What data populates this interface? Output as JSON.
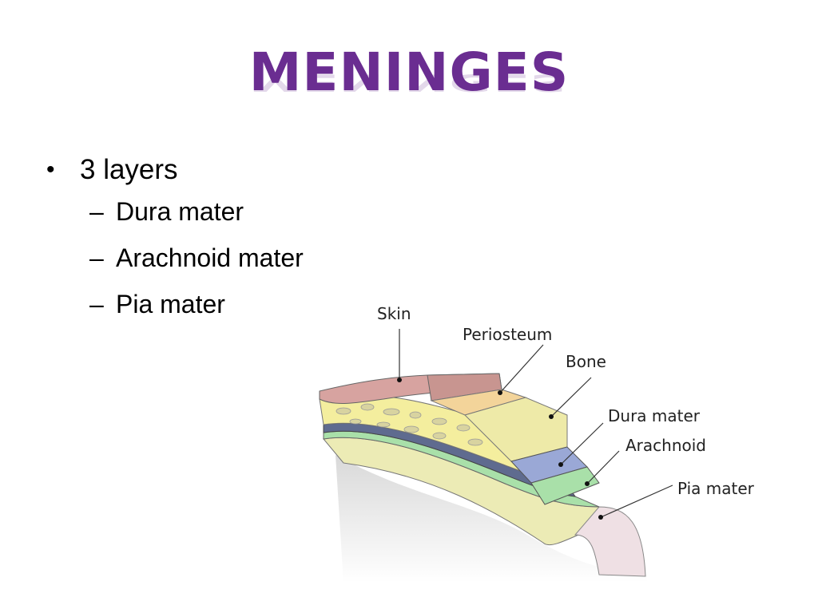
{
  "slide": {
    "title": "MENINGES",
    "bullet": "3 layers",
    "bullet_marker": "•",
    "sub_marker": "–",
    "sub_items": [
      "Dura mater",
      "Arachnoid mater",
      "Pia mater"
    ]
  },
  "diagram": {
    "labels": {
      "skin": "Skin",
      "periosteum": "Periosteum",
      "bone": "Bone",
      "dura": "Dura mater",
      "arachnoid": "Arachnoid",
      "pia": "Pia mater"
    }
  },
  "colors": {
    "title": "#6a2d91",
    "skin": "#d7a3a0",
    "periosteum": "#f3d49a",
    "bone": "#f4ee9e",
    "dura": "#9aa8d6",
    "arachnoid": "#a9e0a9",
    "pia": "#ecebb5",
    "brain": "#efe0e4"
  }
}
